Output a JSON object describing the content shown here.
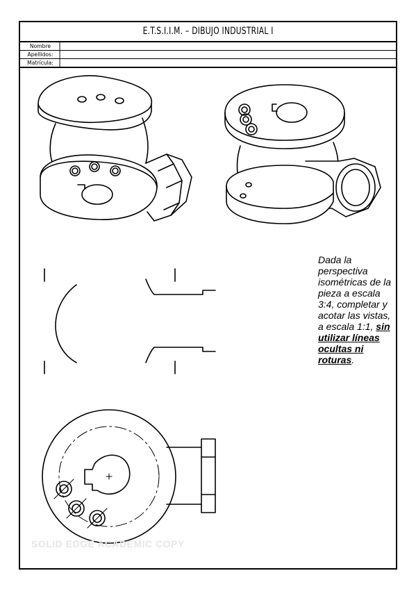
{
  "header": {
    "title": "E.T.S.I.I.M. –  DIBUJO INDUSTRIAL I"
  },
  "student_info": {
    "fields": [
      {
        "label": "Nombre",
        "value": ""
      },
      {
        "label": "Apellidos:",
        "value": ""
      },
      {
        "label": "Matrícula:",
        "value": ""
      }
    ]
  },
  "instructions": {
    "intro": "Dada la perspectiva isométricas de la pieza a escala 3:4, completar y acotar las vistas, a escala 1:1,",
    "emphasis": "sin utilizar líneas ocultas ni roturas",
    "end": "."
  },
  "watermark": "SOLID EDGE ACADEMIC COPY"
}
